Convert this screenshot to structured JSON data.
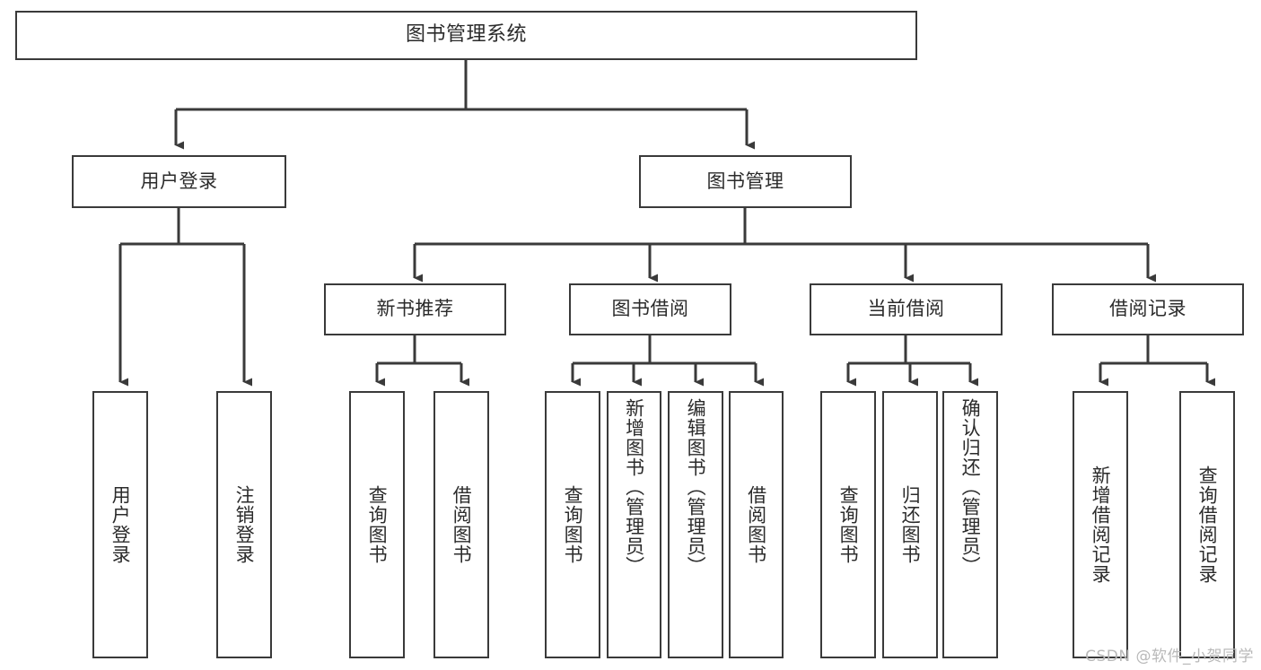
{
  "diagram": {
    "title_node": {
      "label": "图书管理系统"
    },
    "level2": [
      {
        "id": "user-login",
        "label": "用户登录"
      },
      {
        "id": "book-management",
        "label": "图书管理"
      }
    ],
    "level3": [
      {
        "id": "new-book-recommend",
        "label": "新书推荐"
      },
      {
        "id": "book-borrow",
        "label": "图书借阅"
      },
      {
        "id": "current-borrow",
        "label": "当前借阅"
      },
      {
        "id": "borrow-record",
        "label": "借阅记录"
      }
    ],
    "leaves": [
      {
        "id": "leaf-user-login",
        "label": "用户登录",
        "parent": "user-login"
      },
      {
        "id": "leaf-logout-login",
        "label": "注销登录",
        "parent": "user-login"
      },
      {
        "id": "leaf-query-book-1",
        "label": "查询图书",
        "parent": "new-book-recommend"
      },
      {
        "id": "leaf-borrow-book-1",
        "label": "借阅图书",
        "parent": "new-book-recommend"
      },
      {
        "id": "leaf-query-book-2",
        "label": "查询图书",
        "parent": "book-borrow"
      },
      {
        "id": "leaf-add-book",
        "label": "新增图书（管理员）",
        "parent": "book-borrow"
      },
      {
        "id": "leaf-edit-book",
        "label": "编辑图书（管理员）",
        "parent": "book-borrow"
      },
      {
        "id": "leaf-borrow-book-2",
        "label": "借阅图书",
        "parent": "book-borrow"
      },
      {
        "id": "leaf-query-book-3",
        "label": "查询图书",
        "parent": "current-borrow"
      },
      {
        "id": "leaf-return-book",
        "label": "归还图书",
        "parent": "current-borrow"
      },
      {
        "id": "leaf-confirm-return",
        "label": "确认归还（管理员）",
        "parent": "current-borrow"
      },
      {
        "id": "leaf-add-record",
        "label": "新增借阅记录",
        "parent": "borrow-record"
      },
      {
        "id": "leaf-query-record",
        "label": "查询借阅记录",
        "parent": "borrow-record"
      }
    ]
  },
  "watermark": {
    "text": "CSDN @软件_小贺同学"
  },
  "colors": {
    "stroke": "#3a3a3a",
    "background": "#ffffff",
    "text": "#2b2b2b",
    "watermark": "#b9b9b9"
  }
}
